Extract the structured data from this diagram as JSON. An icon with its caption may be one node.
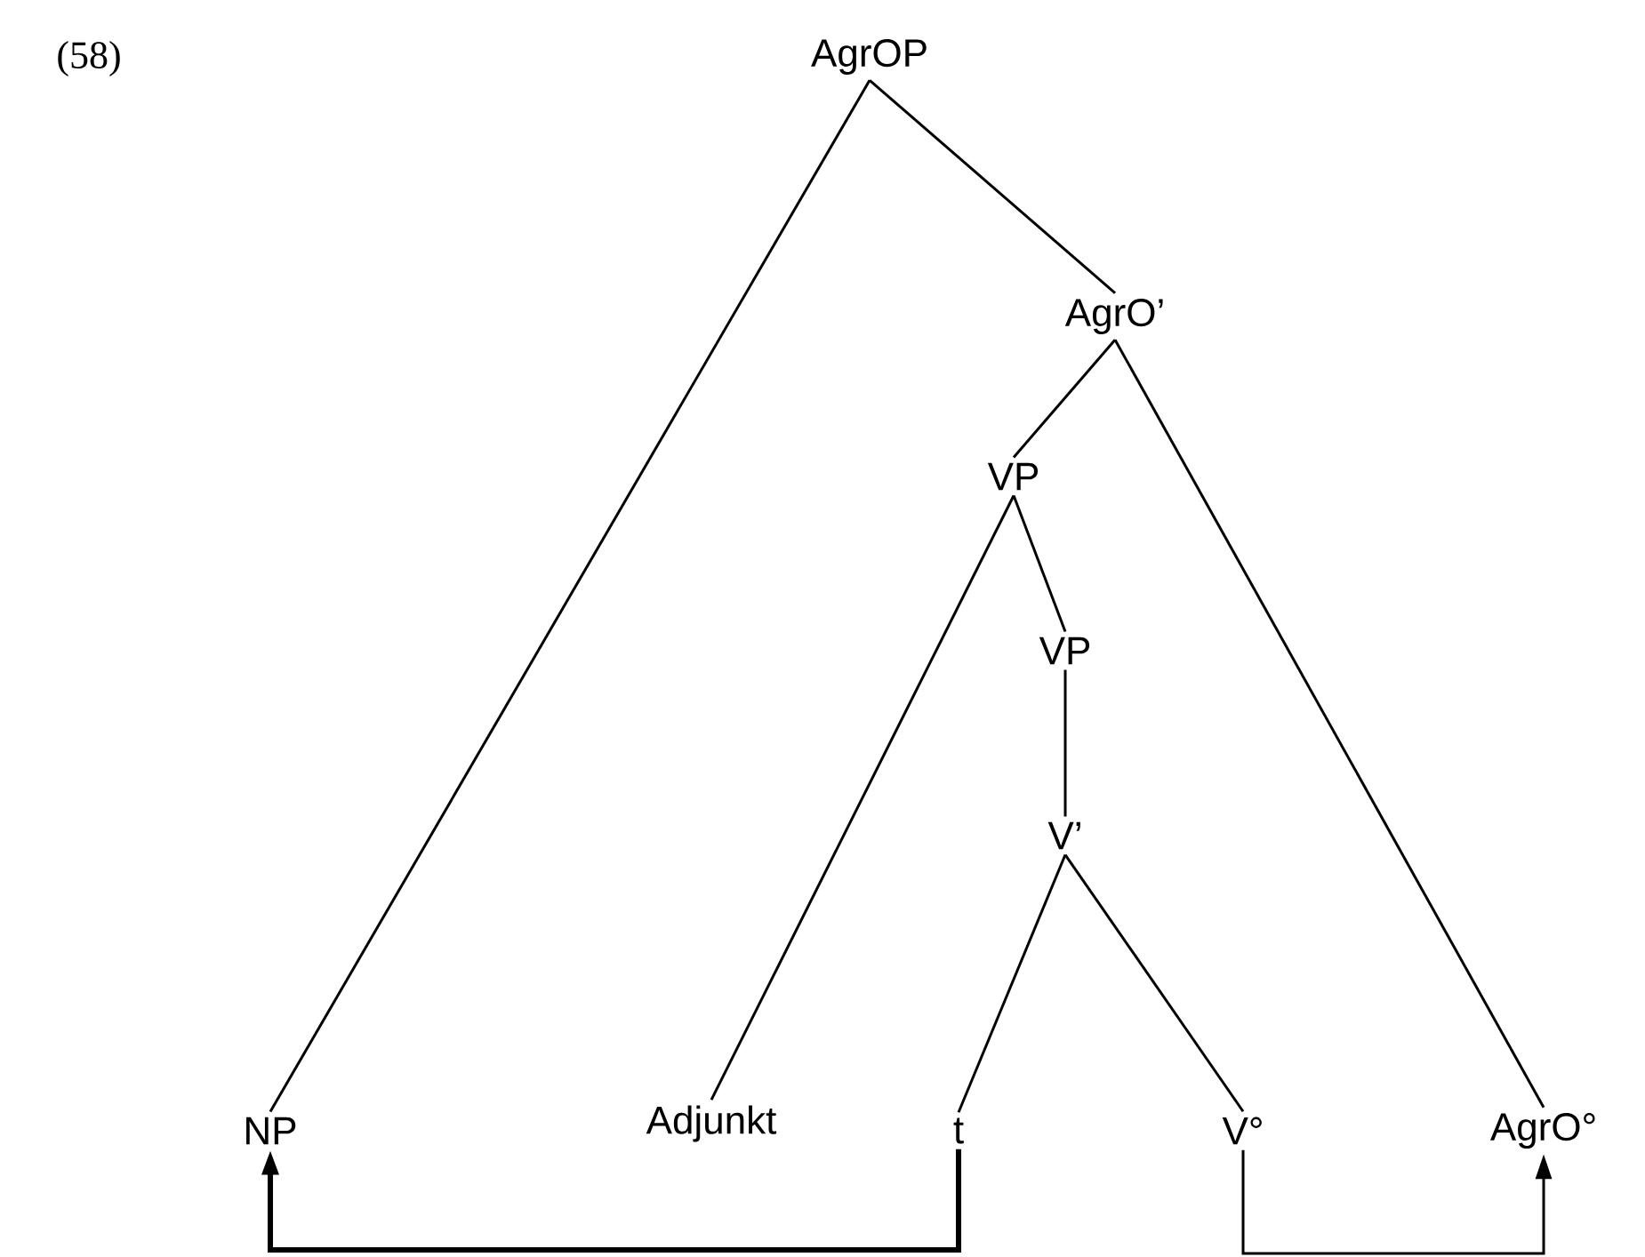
{
  "diagram": {
    "nodes": [
      {
        "text": [
          "AgrOP"
        ]
      },
      {
        "text": [
          "AgrO’"
        ]
      },
      {
        "text": [
          "VP"
        ]
      },
      {
        "text": [
          "VP"
        ]
      },
      {
        "text": [
          "V’"
        ]
      },
      {
        "text": [
          "NP"
        ]
      },
      {
        "text": [
          "Adjunkt"
        ]
      },
      {
        "text": [
          "t"
        ]
      },
      {
        "text": [
          "V°"
        ]
      },
      {
        "text": [
          "AgrO°"
        ]
      }
    ],
    "edges": [
      {
        "from": 0,
        "to": 5,
        "arrow": "none"
      },
      {
        "from": 0,
        "to": 1,
        "arrow": "none"
      },
      {
        "from": 1,
        "to": 2,
        "arrow": "none"
      },
      {
        "from": 1,
        "to": 9,
        "arrow": "none"
      },
      {
        "from": 2,
        "to": 6,
        "arrow": "none"
      },
      {
        "from": 2,
        "to": 3,
        "arrow": "none"
      },
      {
        "from": 3,
        "to": 4,
        "arrow": "none"
      },
      {
        "from": 4,
        "to": 7,
        "arrow": "none"
      },
      {
        "from": 4,
        "to": 8,
        "arrow": "none"
      },
      {
        "from": 7,
        "to": 5,
        "arrow": "to",
        "style": "thick"
      },
      {
        "from": 8,
        "to": 9,
        "arrow": "to"
      }
    ],
    "labels": [
      "(58)"
    ]
  }
}
